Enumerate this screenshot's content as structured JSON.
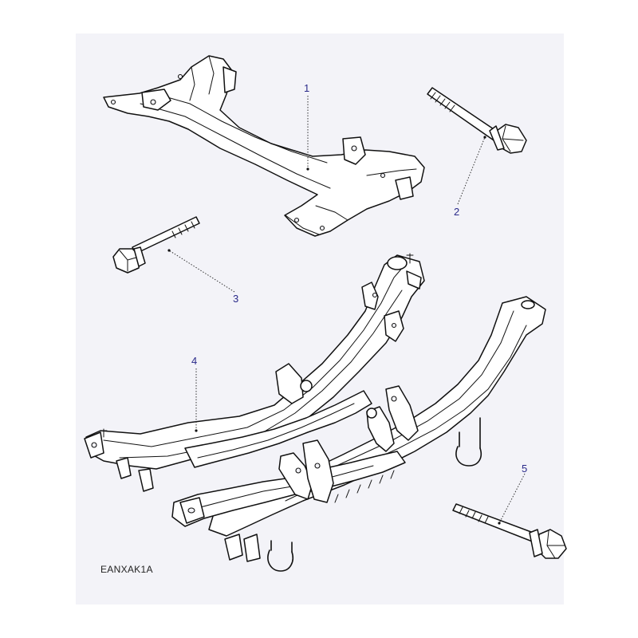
{
  "callouts": [
    {
      "id": "1",
      "label": "1"
    },
    {
      "id": "2",
      "label": "2"
    },
    {
      "id": "3",
      "label": "3"
    },
    {
      "id": "4",
      "label": "4"
    },
    {
      "id": "5",
      "label": "5"
    }
  ],
  "diagram_code": "EANXAK1A",
  "colors": {
    "panel": "#f3f3f8",
    "callout_text": "#2a2a8a",
    "line": "#111111"
  }
}
